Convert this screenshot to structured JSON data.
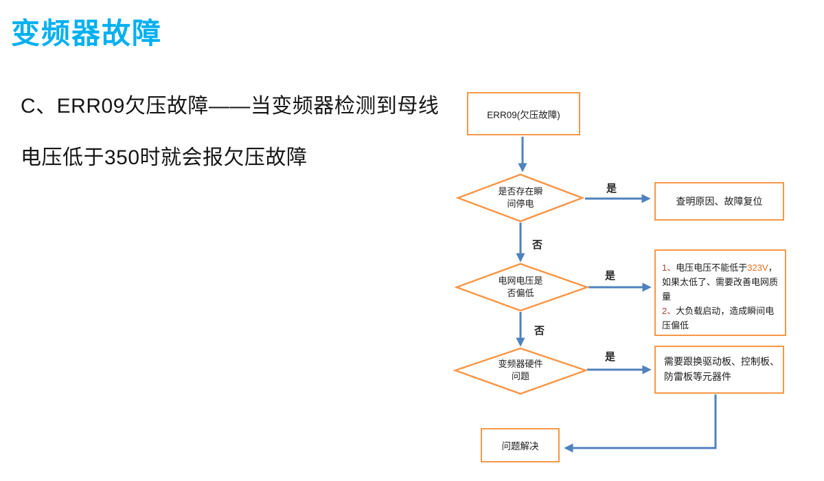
{
  "slide": {
    "title": "变频器故障",
    "intro_line1": "C、ERR09欠压故障——当变频器检测到母线",
    "intro_line2": "电压低于350时就会报欠压故障"
  },
  "colors": {
    "title_cyan": "#00b0f0",
    "shape_orange": "#f79646",
    "arrow_blue": "#4f81bd",
    "list_number_red": "#a8432a",
    "voltage_highlight_orange": "#e0711f"
  },
  "flowchart": {
    "start_box": {
      "label": "ERR09(欠压故障)"
    },
    "decision1": {
      "line1": "是否存在瞬",
      "line2": "间停电"
    },
    "decision2": {
      "line1": "电网电压是",
      "line2": "否偏低"
    },
    "decision3": {
      "line1": "变频器硬件",
      "line2": "问题"
    },
    "result1": {
      "label": "查明原因、故障复位"
    },
    "result2": {
      "item1_num": "1、",
      "item1_pre": "电压电压不能低于",
      "item1_highlight": "323V",
      "item1_post": "，如果太低了、需要改善电网质量",
      "item2_num": "2、",
      "item2_text": "大负载启动，造成瞬间电压偏低"
    },
    "result3": {
      "line1": "需要跟换驱动板、控制板、",
      "line2": "防雷板等元器件"
    },
    "end_box": {
      "label": "问题解决"
    },
    "labels": {
      "yes1": "是",
      "yes2": "是",
      "yes3": "是",
      "no1": "否",
      "no2": "否"
    }
  }
}
